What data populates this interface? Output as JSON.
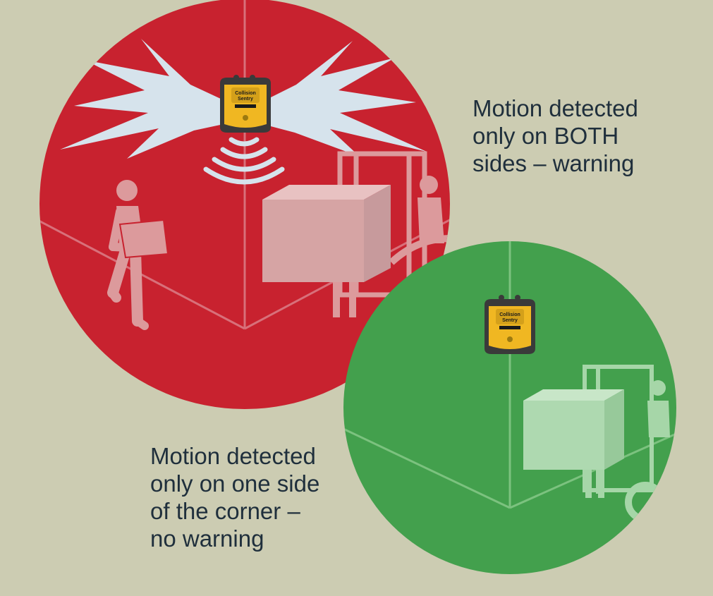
{
  "background_color": "#ccccb2",
  "colors": {
    "warning_circle": "#c8222f",
    "safe_circle": "#43a04d",
    "flash_burst": "#d6e3ec",
    "device_body": "#f0b722",
    "device_frame": "#3a3a3a",
    "caption_text": "#1f2f3c"
  },
  "device": {
    "brand_line_1": "Collision",
    "brand_line_2": "Sentry"
  },
  "captions": {
    "warning": {
      "lines": [
        "Motion detected",
        "only on BOTH",
        "sides – warning"
      ]
    },
    "no_warning": {
      "lines": [
        "Motion detected",
        "only on one side",
        "of the corner –",
        "no warning"
      ]
    }
  },
  "icons": [
    "person-carrying-box-icon",
    "forklift-icon",
    "collision-sentry-device-icon",
    "warning-flash-icon",
    "signal-waves-icon"
  ]
}
